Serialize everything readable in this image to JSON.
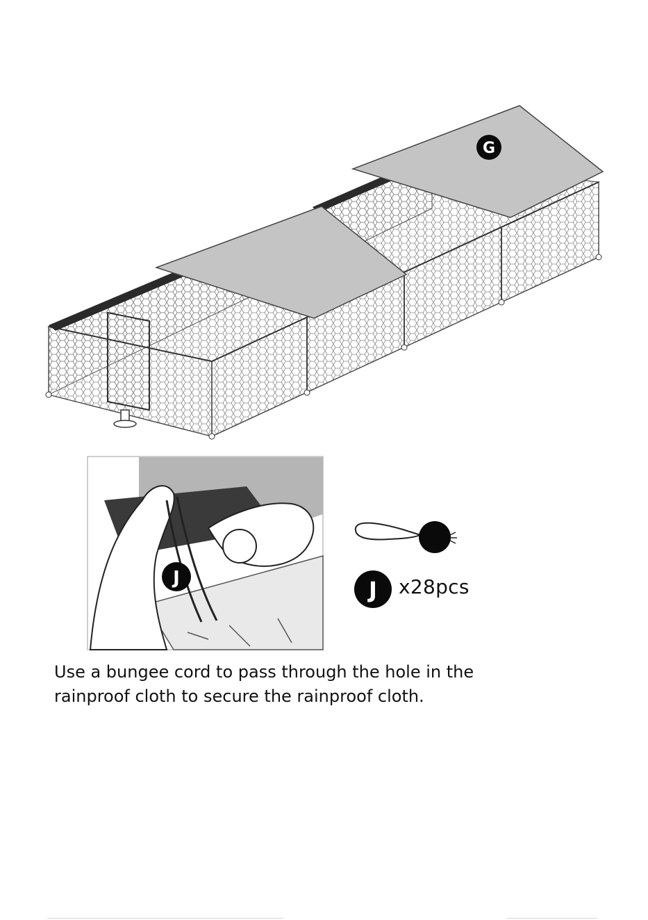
{
  "diagram": {
    "part_label_roof": "G",
    "part_label_cord": "J"
  },
  "hardware": {
    "label": "J",
    "quantity": "x28pcs"
  },
  "instruction": {
    "line1": "Use a bungee cord to pass through the hole in the",
    "line2": "rainproof cloth to secure the rainproof cloth."
  },
  "colors": {
    "ink": "#111111",
    "roof_cloth": "#c4c4c4",
    "mesh": "#8a8a8a",
    "badge": "#0a0a0a"
  }
}
